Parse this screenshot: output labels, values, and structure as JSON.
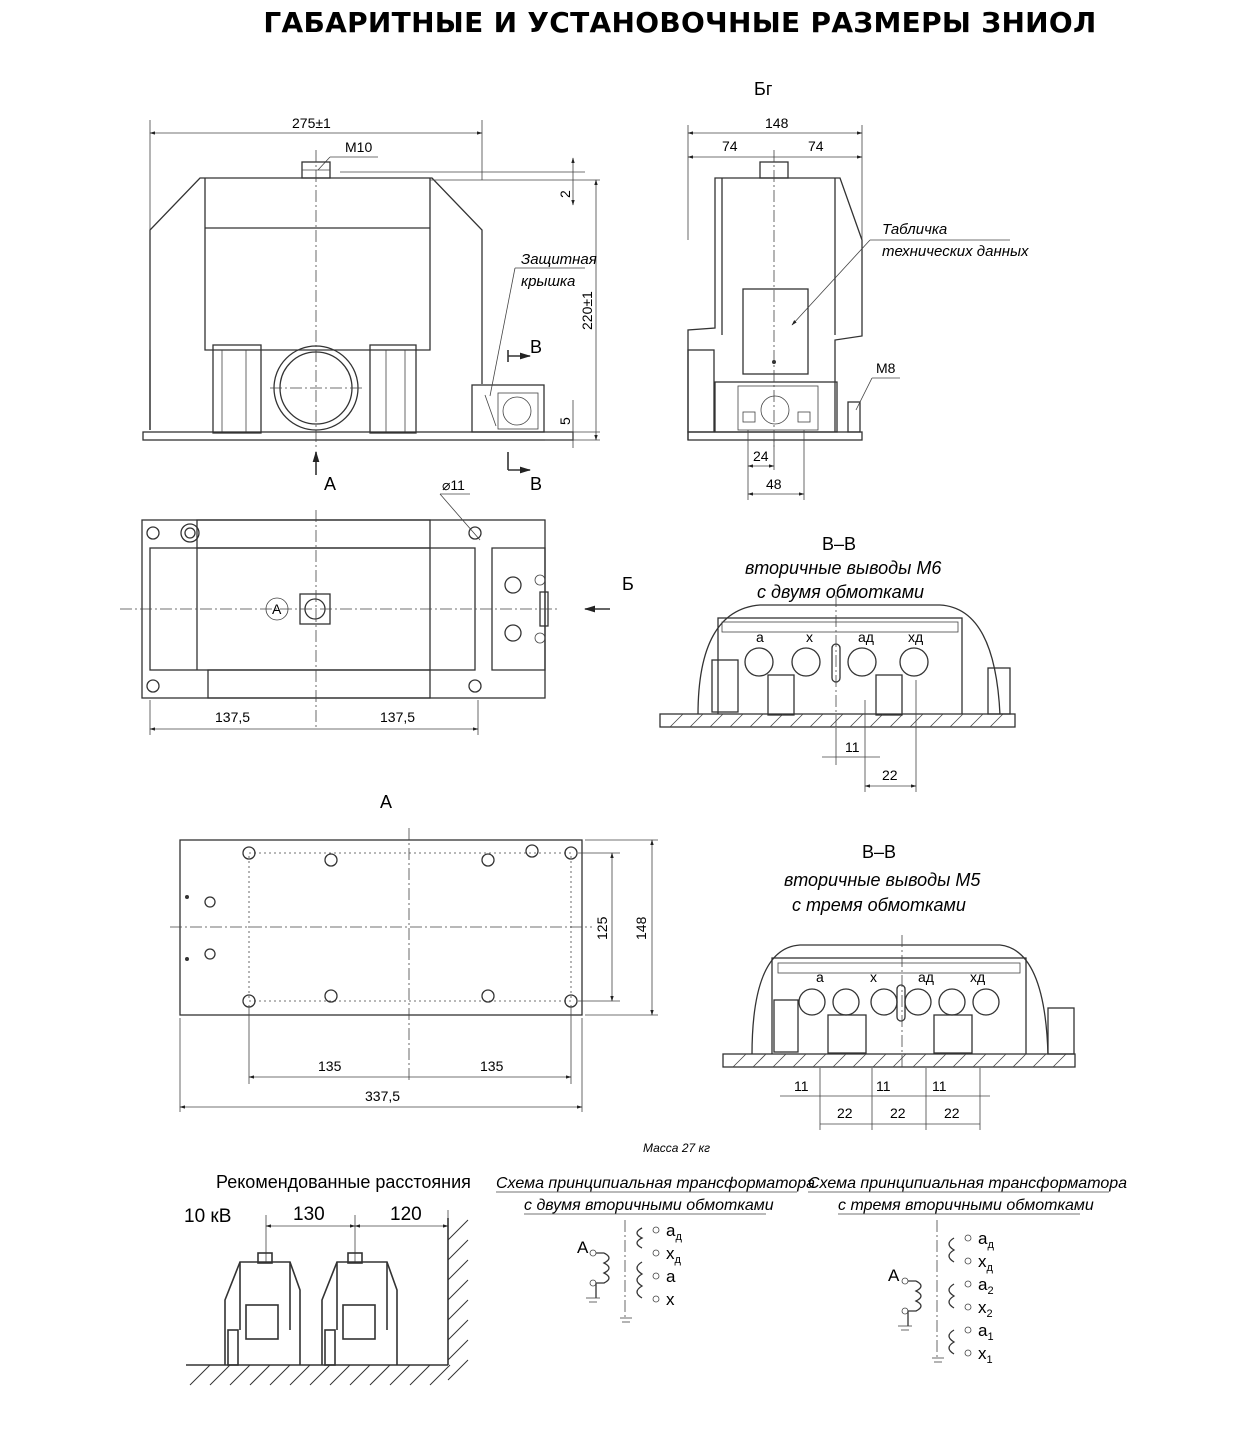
{
  "title": "ГАБАРИТНЫЕ И УСТАНОВОЧНЫЕ РАЗМЕРЫ ЗНИОЛ",
  "front_view": {
    "width_dim": "275±1",
    "bolt_label": "М10",
    "dim_2": "2",
    "height_dim": "220±1",
    "dim_5": "5",
    "cover_label_1": "Защитная",
    "cover_label_2": "крышка",
    "section_mark_top": "В",
    "section_mark_bottom": "В",
    "view_arrow": "А"
  },
  "side_view": {
    "view_label": "Бг",
    "width_dim": "148",
    "half_left": "74",
    "half_right": "74",
    "plate_label_1": "Табличка",
    "plate_label_2": "технических данных",
    "bolt_label": "М8",
    "dim_24": "24",
    "dim_48": "48"
  },
  "top_view": {
    "hole_label": "⌀11",
    "arrow_label": "Б",
    "center_mark": "А",
    "left_dim": "137,5",
    "right_dim": "137,5"
  },
  "section_m6": {
    "title": "В–В",
    "subtitle_1": "вторичные выводы М6",
    "subtitle_2": "с двумя обмотками",
    "terminals": [
      "а",
      "х",
      "ад",
      "хд"
    ],
    "dim_11": "11",
    "dim_22": "22"
  },
  "bottom_view": {
    "label": "А",
    "dim_125": "125",
    "dim_148": "148",
    "dim_135_left": "135",
    "dim_135_right": "135",
    "dim_total": "337,5"
  },
  "section_m5": {
    "title": "В–В",
    "subtitle_1": "вторичные выводы М5",
    "subtitle_2": "с тремя обмотками",
    "terminals": [
      "а",
      "х",
      "ад",
      "хд"
    ],
    "dims_11": [
      "11",
      "11",
      "11"
    ],
    "dims_22": [
      "22",
      "22",
      "22"
    ]
  },
  "mass": "Масса 27 кг",
  "distances": {
    "title": "Рекомендованные расстояния",
    "voltage": "10 кВ",
    "gap_1": "130",
    "gap_2": "120"
  },
  "scheme_two": {
    "title_1": "Схема принципиальная трансформатора",
    "title_2": "с двумя вторичными обмотками",
    "primary": "А",
    "taps": [
      {
        "b": "а",
        "s": "д"
      },
      {
        "b": "х",
        "s": "д"
      },
      {
        "b": "а",
        "s": ""
      },
      {
        "b": "х",
        "s": ""
      }
    ]
  },
  "scheme_three": {
    "title_1": "Схема принципиальная трансформатора",
    "title_2": "с тремя вторичными обмотками",
    "primary": "А",
    "taps": [
      {
        "b": "а",
        "s": "д"
      },
      {
        "b": "х",
        "s": "д"
      },
      {
        "b": "а",
        "s": "2"
      },
      {
        "b": "х",
        "s": "2"
      },
      {
        "b": "а",
        "s": "1"
      },
      {
        "b": "х",
        "s": "1"
      }
    ]
  }
}
